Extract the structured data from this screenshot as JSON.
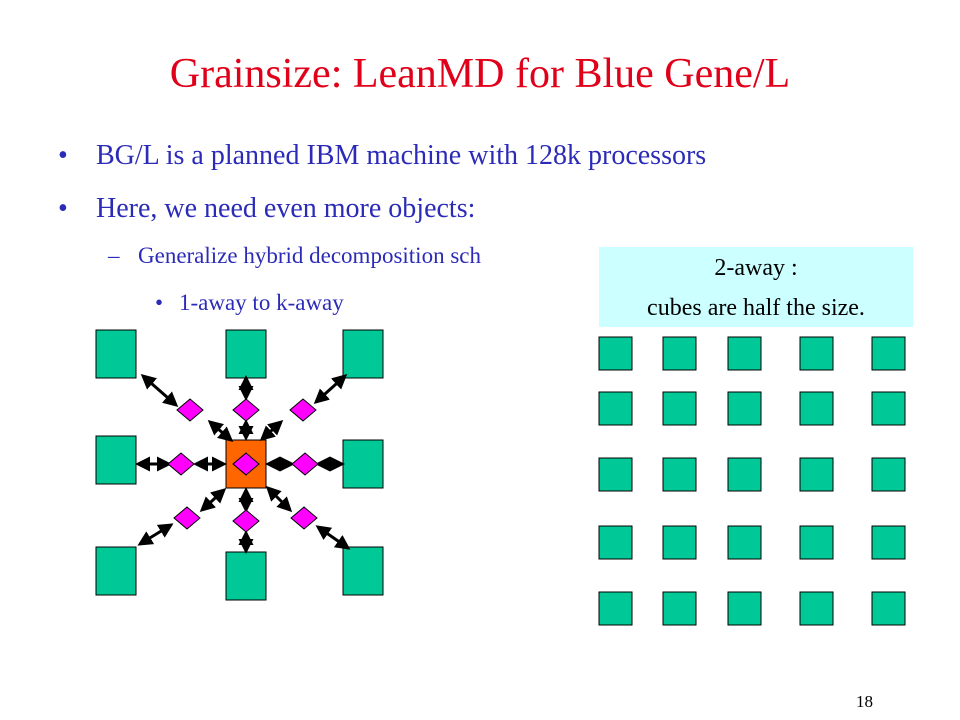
{
  "slide": {
    "title": "Grainsize: LeanMD for Blue Gene/L",
    "bullets": [
      {
        "mark": "•",
        "text": "BG/L is a planned IBM machine with 128k processors"
      },
      {
        "mark": "•",
        "text": "Here, we need even more objects:"
      },
      {
        "mark": "–",
        "text": "Generalize hybrid decomposition sch"
      },
      {
        "mark": "•",
        "text": "1-away to k-away"
      }
    ],
    "callout": {
      "line1": "2-away :",
      "line2": "cubes are half the size."
    },
    "page_number": "18"
  },
  "colors": {
    "title": "#e0001a",
    "bullet_text": "#2b2bb8",
    "cube_fill": "#00c896",
    "center_cube_fill": "#ff6600",
    "compute_object_fill": "#ff00ff",
    "callout_bg": "#ccffff"
  }
}
